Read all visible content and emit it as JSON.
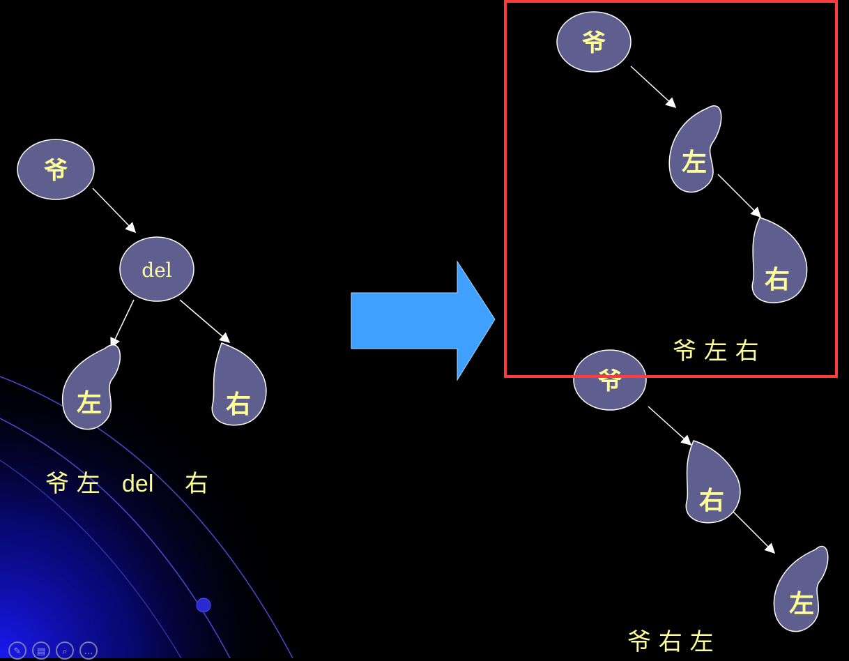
{
  "colors": {
    "background": "#000000",
    "node_fill": "#5f5f8f",
    "node_stroke": "#ffffff",
    "label": "#ffff99",
    "arrow_fill": "#3fa0ff",
    "highlight_box": "#ff3b3b"
  },
  "left_tree": {
    "root_label": "爷",
    "del_label": "del",
    "left_label": "左",
    "right_label": "右",
    "caption_a": "爷 左",
    "caption_b": "del",
    "caption_c": "右"
  },
  "transform_arrow": {
    "icon": "right-arrow-icon"
  },
  "result_top": {
    "root_label": "爷",
    "child_label": "左",
    "grandchild_label": "右",
    "caption": "爷 左 右"
  },
  "result_bottom": {
    "root_label": "爷",
    "child_label": "右",
    "grandchild_label": "左",
    "caption": "爷 右 左"
  },
  "nav_icons": [
    "pen-icon",
    "slides-icon",
    "zoom-icon",
    "more-icon"
  ]
}
